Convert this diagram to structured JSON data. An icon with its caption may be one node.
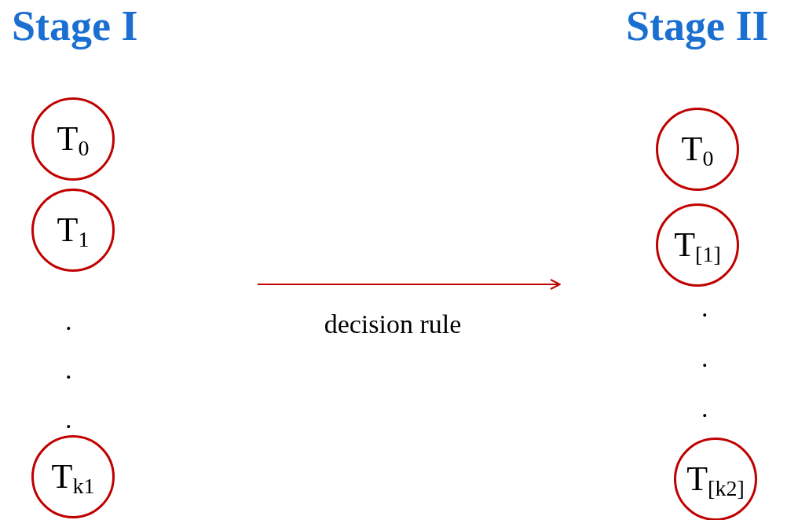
{
  "diagram": {
    "nodes": [
      {
        "text": [
          "T$_{0}$"
        ]
      },
      {
        "text": [
          "T$_{1}$"
        ]
      },
      {
        "text": [
          "T$_{k}$$_{1}$"
        ]
      },
      {
        "text": [
          "T$_{0}$"
        ]
      },
      {
        "text": [
          "T$_{[1]}$"
        ]
      },
      {
        "text": [
          "T$_{[k}$$_{2}$$_{]}$"
        ]
      }
    ],
    "labels": [
      "Stage I",
      "Stage II",
      ".",
      ".",
      "decision rule",
      ".",
      ".",
      ".",
      "."
    ]
  }
}
